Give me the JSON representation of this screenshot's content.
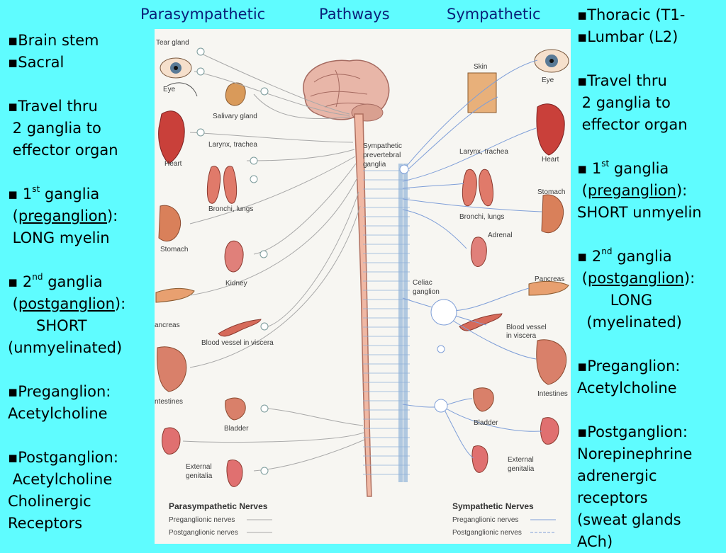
{
  "header": {
    "left": "Parasympathetic",
    "center": "Pathways",
    "right": "Sympathetic"
  },
  "left_panel": {
    "lines": [
      "▪Brain stem",
      "▪Sacral",
      "",
      "▪Travel thru",
      " 2 ganglia to",
      " effector organ",
      "",
      "▪ 1st ganglia",
      " (preganglion):",
      " LONG myelin",
      "",
      "▪ 2nd ganglia",
      " (postganglion):",
      "      SHORT",
      "(unmyelinated)",
      "",
      "▪Preganglion:",
      "Acetylcholine",
      "",
      "▪Postganglion:",
      " Acetylcholine",
      "Cholinergic",
      "Receptors"
    ]
  },
  "right_panel": {
    "lines": [
      "▪Thoracic (T1-",
      "▪Lumbar (L2)",
      "",
      "▪Travel thru",
      " 2 ganglia to",
      " effector organ",
      "",
      "▪ 1st ganglia",
      " (preganglion):",
      "SHORT unmyelin",
      "",
      "▪ 2nd ganglia",
      " (postganglion):",
      "       LONG",
      "  (myelinated)",
      "",
      "▪Preganglion:",
      "Acetylcholine",
      "",
      "▪Postganglion:",
      "Norepinephrine",
      "adrenergic",
      "receptors",
      "(sweat glands",
      "ACh)"
    ]
  },
  "diagram": {
    "left_labels": {
      "tear_gland": "Tear gland",
      "eye": "Eye",
      "salivary": "Salivary gland",
      "heart": "Heart",
      "larynx": "Larynx, trachea",
      "bronchi": "Bronchi, lungs",
      "stomach": "Stomach",
      "kidney": "Kidney",
      "pancreas": "ancreas",
      "blood_vessel": "Blood vessel in viscera",
      "intestines": "ntestines",
      "bladder": "Bladder",
      "genitalia_1": "External",
      "genitalia_2": "genitalia"
    },
    "right_labels": {
      "skin": "Skin",
      "eye": "Eye",
      "sympathetic_1": "Sympathetic",
      "sympathetic_2": "prevertebral",
      "sympathetic_3": "ganglia",
      "larynx": "Larynx, trachea",
      "heart": "Heart",
      "stomach": "Stomach",
      "bronchi": "Bronchi, lungs",
      "adrenal": "Adrenal",
      "celiac_1": "Celiac",
      "celiac_2": "ganglion",
      "pancreas": "Pancreas",
      "blood_vessel_1": "Blood vessel",
      "blood_vessel_2": "in viscera",
      "intestines": "Intestines",
      "bladder": "Bladder",
      "genitalia_1": "External",
      "genitalia_2": "genitalia"
    },
    "legend_left": {
      "title": "Parasympathetic Nerves",
      "pre": "Preganglionic nerves",
      "post": "Postganglionic nerves"
    },
    "legend_right": {
      "title": "Sympathetic Nerves",
      "pre": "Preganglionic nerves",
      "post": "Postganglionic nerves"
    }
  }
}
